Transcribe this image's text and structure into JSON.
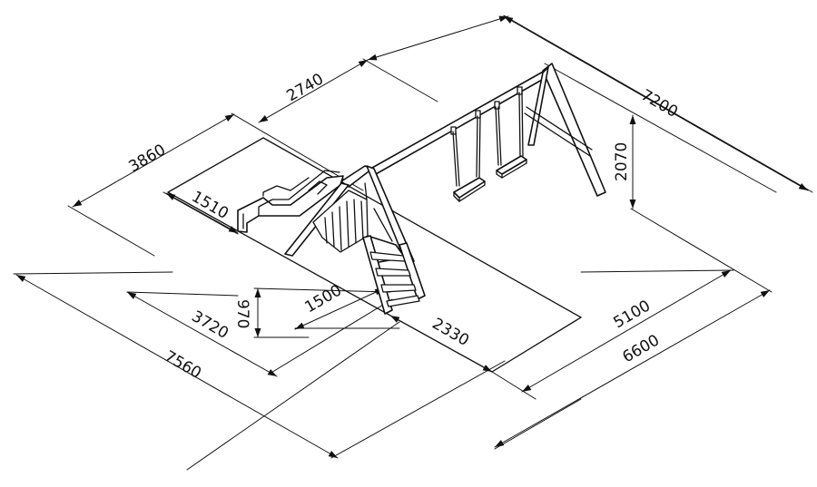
{
  "drawing": {
    "subject": "Playground set: swing frame with two swings, climbing tower with ladder and slide",
    "line_color": "#111111",
    "background_color": "#ffffff",
    "dimensions": {
      "d7200": "7200",
      "d2740": "2740",
      "d3860": "3860",
      "d1510": "1510",
      "d2070": "2070",
      "d970": "970",
      "d1500": "1500",
      "d2330": "2330",
      "d3720": "3720",
      "d7560": "7560",
      "d5100": "5100",
      "d6600": "6600"
    }
  }
}
